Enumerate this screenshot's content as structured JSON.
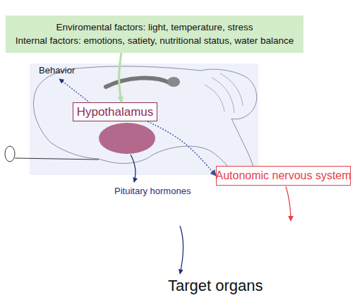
{
  "diagram": {
    "nodes": [
      {
        "text": [
          "Enviromental factors: light, temperature, stress",
          "Internal factors: emotions, satiety, nutritional status, water balance"
        ]
      },
      {
        "text": [
          "Hypothalamus"
        ]
      },
      {
        "text": [
          "Autonomic nervous system"
        ]
      }
    ],
    "edges": [
      {
        "from": 0,
        "to": 1,
        "arrow": "to"
      },
      {
        "from": 1,
        "to": 2,
        "arrow": "to"
      }
    ],
    "labels": [
      "Behavior",
      "Pituitary hormones",
      "Target organs"
    ]
  }
}
